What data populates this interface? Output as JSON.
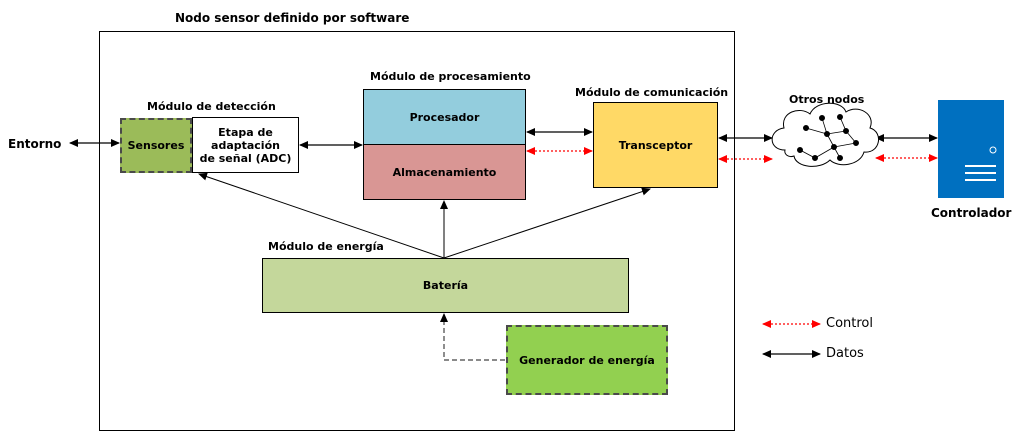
{
  "title": "Nodo sensor definido por software",
  "modules": {
    "detection": "Módulo de detección",
    "processing": "Módulo de procesamiento",
    "communication": "Módulo de comunicación",
    "energy": "Módulo de energía"
  },
  "blocks": {
    "environment": "Entorno",
    "sensors": "Sensores",
    "adc_line1": "Etapa de",
    "adc_line2": "adaptación",
    "adc_line3": "de señal (ADC)",
    "processor": "Procesador",
    "storage": "Almacenamiento",
    "transceiver": "Transceptor",
    "other_nodes": "Otros nodos",
    "controller": "Controlador",
    "battery": "Batería",
    "generator": "Generador de energía"
  },
  "legend": {
    "control": "Control",
    "data": "Datos"
  },
  "colors": {
    "sensors": "#9bbb59",
    "processor": "#93cddd",
    "storage": "#d99694",
    "transceiver": "#ffd966",
    "battery": "#c4d79b",
    "generator": "#92d050",
    "controller": "#0070c0",
    "control_arrow": "#ff0000",
    "data_arrow": "#000000"
  }
}
